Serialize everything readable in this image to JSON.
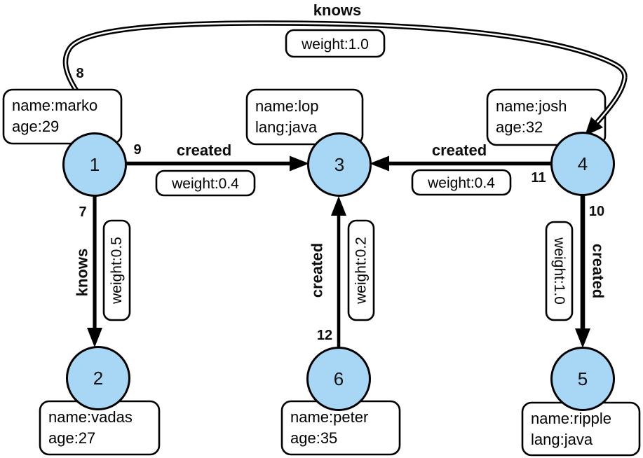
{
  "colors": {
    "node_fill": "#A8D7F6",
    "node_border": "#000000",
    "box_fill": "#FFFFFF",
    "box_border": "#000000",
    "edge_color": "#000000",
    "background": "#FFFFFF"
  },
  "nodes": [
    {
      "id": "1",
      "properties": [
        "name:marko",
        "age:29"
      ]
    },
    {
      "id": "2",
      "properties": [
        "name:vadas",
        "age:27"
      ]
    },
    {
      "id": "3",
      "properties": [
        "name:lop",
        "lang:java"
      ]
    },
    {
      "id": "4",
      "properties": [
        "name:josh",
        "age:32"
      ]
    },
    {
      "id": "5",
      "properties": [
        "name:ripple",
        "lang:java"
      ]
    },
    {
      "id": "6",
      "properties": [
        "name:peter",
        "age:35"
      ]
    }
  ],
  "edges": [
    {
      "id": "7",
      "label": "knows",
      "weight": "weight:0.5",
      "from": "1",
      "to": "2"
    },
    {
      "id": "8",
      "label": "knows",
      "weight": "weight:1.0",
      "from": "1",
      "to": "4"
    },
    {
      "id": "9",
      "label": "created",
      "weight": "weight:0.4",
      "from": "1",
      "to": "3"
    },
    {
      "id": "10",
      "label": "created",
      "weight": "weight:1.0",
      "from": "4",
      "to": "5"
    },
    {
      "id": "11",
      "label": "created",
      "weight": "weight:0.4",
      "from": "4",
      "to": "3"
    },
    {
      "id": "12",
      "label": "created",
      "weight": "weight:0.2",
      "from": "6",
      "to": "3"
    }
  ]
}
